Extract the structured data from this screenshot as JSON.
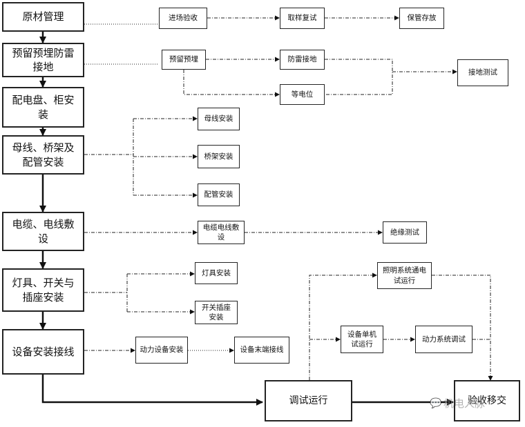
{
  "main_steps": {
    "s1": "原材管理",
    "s2": "预留预埋防雷接地",
    "s3": "配电盘、柜安装",
    "s4": "母线、桥架及配管安装",
    "s5": "电缆、电线敷设",
    "s6": "灯具、开关与插座安装",
    "s7": "设备安装接线"
  },
  "row1": {
    "a": "进场验收",
    "b": "取样复试",
    "c": "保管存放"
  },
  "row2": {
    "a": "预留预埋",
    "b": "防雷接地",
    "c": "等电位",
    "d": "接地测试"
  },
  "row4": {
    "a": "母线安装",
    "b": "桥架安装",
    "c": "配管安装"
  },
  "row5": {
    "a": "电缆电线敷设",
    "b": "绝缘测试"
  },
  "row6": {
    "a": "灯具安装",
    "b": "开关插座安装"
  },
  "row7": {
    "a": "动力设备安装",
    "b": "设备末端接线"
  },
  "commissioning": {
    "main": "调试运行",
    "lighting": "照明系统通电试运行",
    "single": "设备单机试运行",
    "power": "动力系统调试",
    "final": "验收移交"
  },
  "watermark": "机电人脉"
}
